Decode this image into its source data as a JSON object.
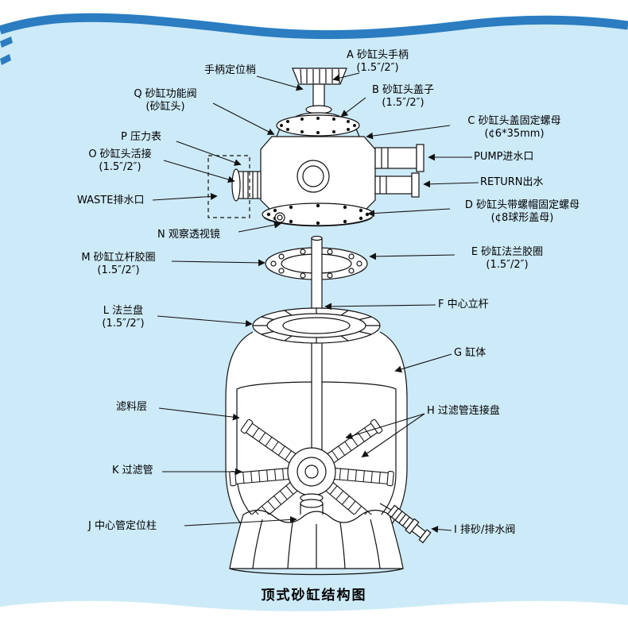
{
  "title": "顶式砂缸结构图",
  "labels": {
    "pin": {
      "l1": "手柄定位梢"
    },
    "a": {
      "l1": "A 砂缸头手柄",
      "l2": "(1.5″/2″)"
    },
    "b": {
      "l1": "B 砂缸头盖子",
      "l2": "(1.5″/2″)"
    },
    "q": {
      "l1": "Q 砂缸功能阀",
      "l2": "(砂缸头)"
    },
    "c": {
      "l1": "C 砂缸头盖固定螺母",
      "l2": "(¢6*35mm)"
    },
    "p": {
      "l1": "P 压力表"
    },
    "o": {
      "l1": "O 砂缸头活接",
      "l2": "(1.5″/2″)"
    },
    "pump": {
      "l1": "PUMP进水口"
    },
    "return": {
      "l1": "RETURN出水"
    },
    "waste": {
      "l1": "WASTE排水口"
    },
    "d": {
      "l1": "D 砂缸头带螺帽固定螺母",
      "l2": "(¢8球形盖母)"
    },
    "n": {
      "l1": "N 观察透视镜"
    },
    "m": {
      "l1": "M 砂缸立杆胶圈",
      "l2": "(1.5″/2″)"
    },
    "e": {
      "l1": "E 砂缸法兰胶圈",
      "l2": "(1.5″/2″)"
    },
    "l": {
      "l1": "L 法兰盘",
      "l2": "(1.5″/2″)"
    },
    "f": {
      "l1": "F 中心立杆"
    },
    "g": {
      "l1": "G 缸体"
    },
    "media": {
      "l1": "滤料层"
    },
    "h": {
      "l1": "H 过滤管连接盘"
    },
    "k": {
      "l1": "K 过滤管"
    },
    "j": {
      "l1": "J 中心管定位柱"
    },
    "i": {
      "l1": "I 排砂/排水阀"
    }
  },
  "colors": {
    "background": "#cdeaf8",
    "wave_band": "#2b7cc0",
    "line_art": "#111111",
    "text": "#000000"
  }
}
